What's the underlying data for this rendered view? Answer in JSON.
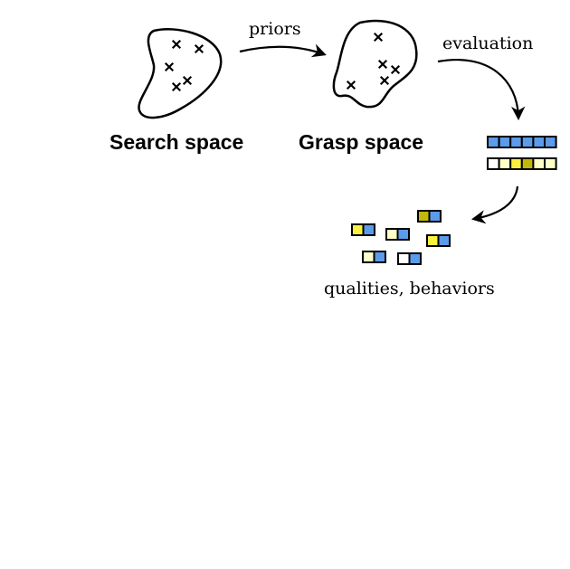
{
  "labels": {
    "search_space": "Search space",
    "grasp_space": "Grasp space",
    "priors": "priors",
    "evaluation": "evaluation",
    "qualities_behaviors": "qualities, behaviors"
  },
  "colors": {
    "blue": "#5b9bea",
    "light_yellow": "#ffffc8",
    "yellow": "#f8f23e",
    "olive": "#c2b70c",
    "white": "#ffffff",
    "stroke": "#000000"
  },
  "descriptor_bars": {
    "behavior_bar": [
      "blue",
      "blue",
      "blue",
      "blue",
      "blue",
      "blue"
    ],
    "quality_bar": [
      "white",
      "light_yellow",
      "yellow",
      "olive",
      "light_yellow",
      "light_yellow"
    ]
  },
  "archive_pairs": [
    [
      "yellow",
      "blue"
    ],
    [
      "light_yellow",
      "blue"
    ],
    [
      "olive",
      "blue"
    ],
    [
      "yellow",
      "blue"
    ],
    [
      "light_yellow",
      "blue"
    ],
    [
      "white",
      "blue"
    ]
  ]
}
